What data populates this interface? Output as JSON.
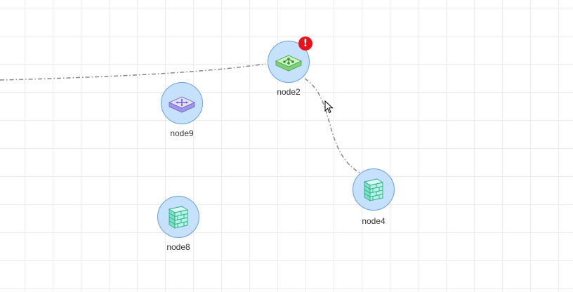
{
  "canvas": {
    "grid_color": "#ececec",
    "background": "#ffffff"
  },
  "nodes": [
    {
      "id": "node2",
      "label": "node2",
      "icon": "switch-icon",
      "alert": true
    },
    {
      "id": "node9",
      "label": "node9",
      "icon": "router-icon",
      "alert": false
    },
    {
      "id": "node4",
      "label": "node4",
      "icon": "firewall-icon",
      "alert": false
    },
    {
      "id": "node8",
      "label": "node8",
      "icon": "firewall-icon",
      "alert": false
    }
  ],
  "edges": [
    {
      "from": "offscreen-left",
      "to": "node2",
      "style": "dash-dot"
    },
    {
      "from": "node2",
      "to": "node4",
      "style": "dash-dot"
    }
  ],
  "alert": {
    "symbol": "!",
    "color": "#e8131c"
  },
  "colors": {
    "node_fill": "#c6e1fb",
    "node_border": "#6a9fe6",
    "edge": "#888888",
    "switch": "#a8e6a0",
    "router": "#c9c3f5",
    "firewall": "#9ff0dc"
  }
}
